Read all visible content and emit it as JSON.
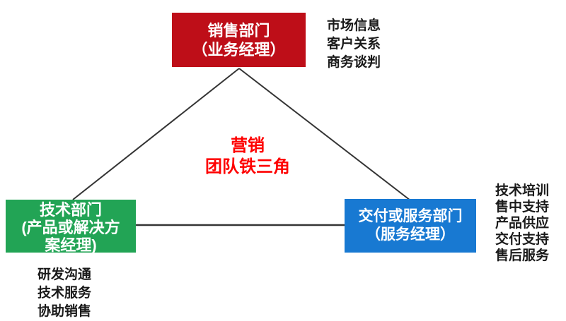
{
  "background": "#FFFFFF",
  "connector_color": "#343434",
  "diagram": {
    "title_lines": [
      "营销",
      "团队铁三角"
    ],
    "title_color": "#FE0000"
  },
  "nodes": {
    "sales": {
      "lines": [
        "销售部门",
        "（业务经理）"
      ],
      "fill": "#BE0E18",
      "text_color": "#FFFFFF"
    },
    "tech": {
      "lines": [
        "技术部门",
        "(产品或解决方",
        "案经理)"
      ],
      "fill": "#22A455",
      "text_color": "#FFFFFF"
    },
    "delivery": {
      "lines": [
        "交付或服务部门",
        "（服务经理）"
      ],
      "fill": "#1879D2",
      "text_color": "#FFFFFF"
    }
  },
  "annotations": {
    "sales_roles": {
      "lines": [
        "市场信息",
        "客户关系",
        "商务谈判"
      ]
    },
    "tech_roles": {
      "lines": [
        "研发沟通",
        "技术服务",
        "协助销售"
      ]
    },
    "delivery_roles": {
      "lines": [
        "技术培训",
        "售中支持",
        "产品供应",
        "交付支持",
        "售后服务"
      ]
    }
  }
}
